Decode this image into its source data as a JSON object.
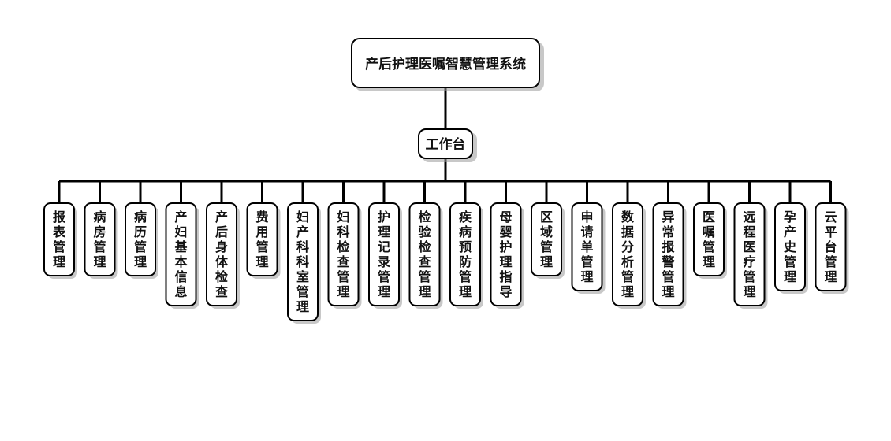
{
  "root": {
    "label": "产后护理医嘱智慧管理系统"
  },
  "hub": {
    "label": "工作台"
  },
  "modules": [
    "报表管理",
    "病房管理",
    "病历管理",
    "产妇基本信息",
    "产后身体检查",
    "费用管理",
    "妇产科科室管理",
    "妇科检查管理",
    "护理记录管理",
    "检验检查管理",
    "疾病预防管理",
    "母婴护理指导",
    "区域管理",
    "申请单管理",
    "数据分析管理",
    "异常报警管理",
    "医嘱管理",
    "远程医疗管理",
    "孕产史管理",
    "云平台管理"
  ]
}
